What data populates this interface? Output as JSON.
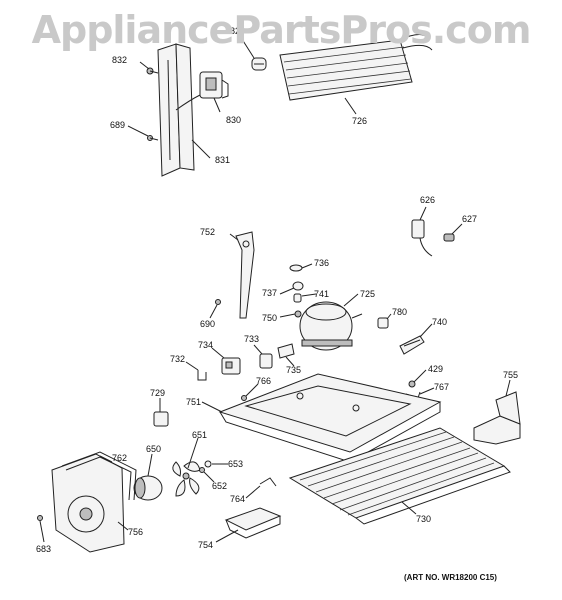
{
  "watermark": "AppliancePartsPros.com",
  "art_number": "(ART NO. WR18200 C15)",
  "parts": [
    {
      "id": "832",
      "label": "832"
    },
    {
      "id": "820",
      "label": "820"
    },
    {
      "id": "689",
      "label": "689"
    },
    {
      "id": "830",
      "label": "830"
    },
    {
      "id": "831",
      "label": "831"
    },
    {
      "id": "726",
      "label": "726"
    },
    {
      "id": "626",
      "label": "626"
    },
    {
      "id": "627",
      "label": "627"
    },
    {
      "id": "752",
      "label": "752"
    },
    {
      "id": "736",
      "label": "736"
    },
    {
      "id": "737",
      "label": "737"
    },
    {
      "id": "741",
      "label": "741"
    },
    {
      "id": "725",
      "label": "725"
    },
    {
      "id": "690",
      "label": "690"
    },
    {
      "id": "750",
      "label": "750"
    },
    {
      "id": "780",
      "label": "780"
    },
    {
      "id": "740",
      "label": "740"
    },
    {
      "id": "734",
      "label": "734"
    },
    {
      "id": "733",
      "label": "733"
    },
    {
      "id": "732",
      "label": "732"
    },
    {
      "id": "735",
      "label": "735"
    },
    {
      "id": "429",
      "label": "429"
    },
    {
      "id": "755",
      "label": "755"
    },
    {
      "id": "729",
      "label": "729"
    },
    {
      "id": "766",
      "label": "766"
    },
    {
      "id": "767",
      "label": "767"
    },
    {
      "id": "751",
      "label": "751"
    },
    {
      "id": "651",
      "label": "651"
    },
    {
      "id": "762",
      "label": "762"
    },
    {
      "id": "650",
      "label": "650"
    },
    {
      "id": "653",
      "label": "653"
    },
    {
      "id": "652",
      "label": "652"
    },
    {
      "id": "764",
      "label": "764"
    },
    {
      "id": "730",
      "label": "730"
    },
    {
      "id": "756",
      "label": "756"
    },
    {
      "id": "683",
      "label": "683"
    },
    {
      "id": "754",
      "label": "754"
    }
  ]
}
